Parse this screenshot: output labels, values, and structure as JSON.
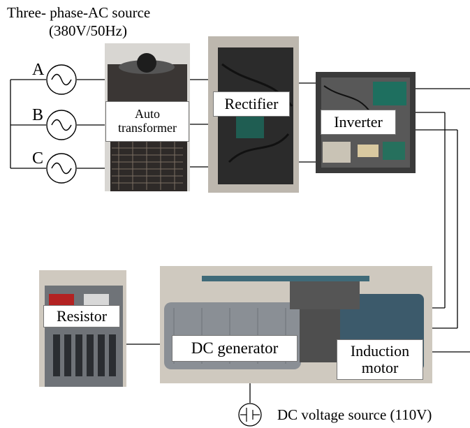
{
  "source": {
    "title": "Three- phase-AC source",
    "rating": "(380V/50Hz)",
    "phases": [
      "A",
      "B",
      "C"
    ]
  },
  "components": {
    "autotransformer": "Auto transformer",
    "autotransformer_line1": "Auto",
    "autotransformer_line2": "transformer",
    "rectifier": "Rectifier",
    "inverter": "Inverter",
    "resistor": "Resistor",
    "dc_generator": "DC generator",
    "induction_motor_line1": "Induction",
    "induction_motor_line2": "motor"
  },
  "dc_source": {
    "label": "DC voltage source (110V)"
  },
  "colors": {
    "wire": "#000000",
    "label_bg": "#ffffff",
    "photo_dark": "#2a2a2a",
    "photo_metal": "#8a8f95",
    "photo_floor": "#cfc9bf"
  },
  "icons": {
    "ac_source": "sine-wave-circle-icon",
    "dc_source": "dc-source-circle-icon"
  }
}
